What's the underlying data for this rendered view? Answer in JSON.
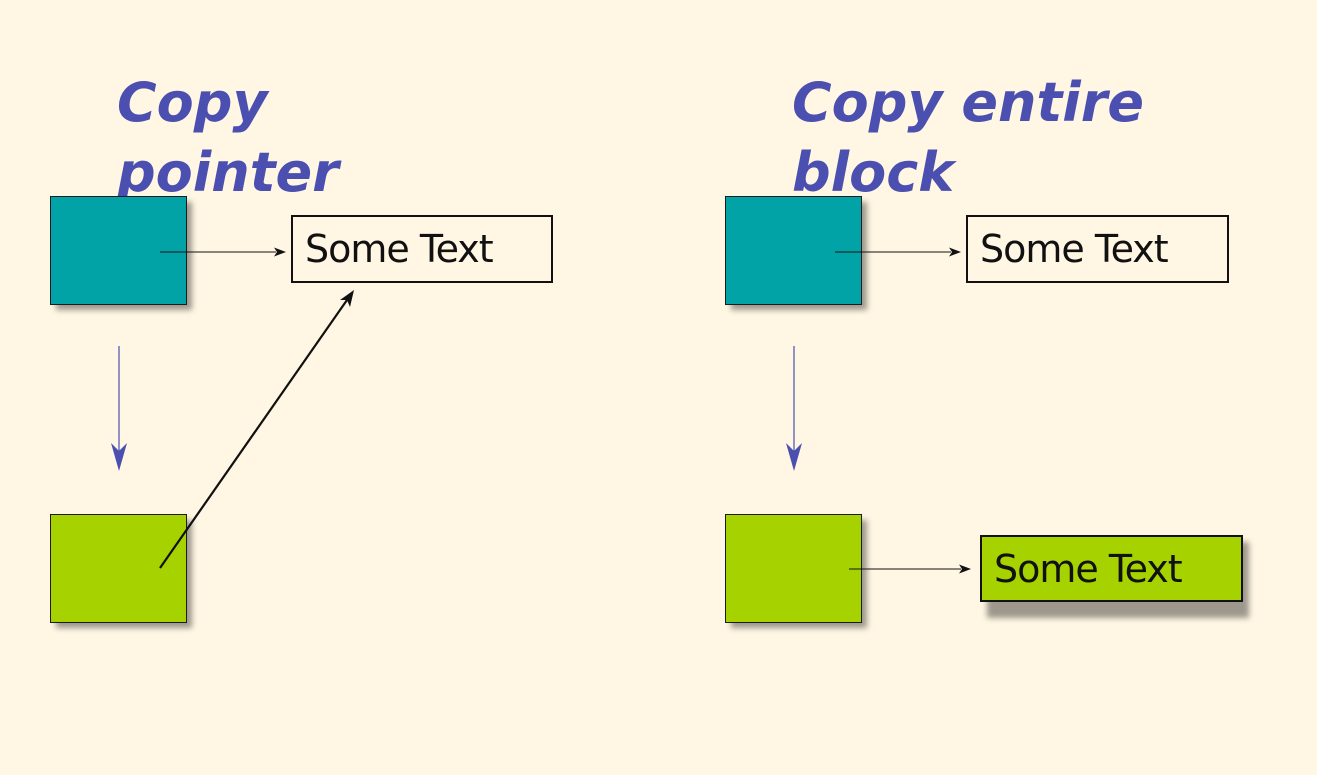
{
  "left_panel": {
    "title": "Copy\npointer",
    "text_box": "Some Text"
  },
  "right_panel": {
    "title": "Copy entire\nblock",
    "text_box_original": "Some Text",
    "text_box_copy": "Some Text"
  },
  "colors": {
    "background": "#fff6e3",
    "heading": "#4a4fb0",
    "original_block": "#02a3a6",
    "copied_block": "#a6d200",
    "copy_arrow": "#4a4fb0",
    "pointer_arrow": "#111111"
  }
}
